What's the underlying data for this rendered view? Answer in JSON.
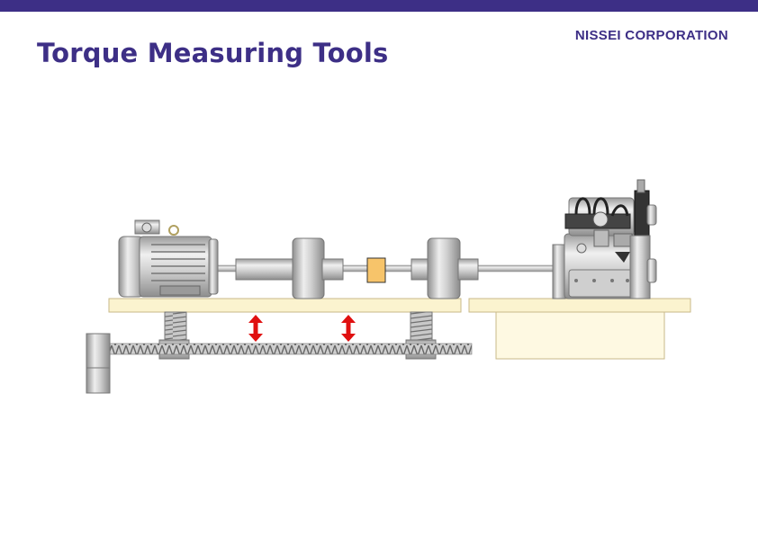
{
  "slide": {
    "title": "Torque Measuring Tools",
    "company": "NISSEI CORPORATION"
  },
  "colors": {
    "brand": "#3d2f86",
    "bed": "#fbf3cf",
    "torque_sensor": "#f7c46a",
    "arrow": "#e01010",
    "metal": "#c9c9c9"
  },
  "diagram": {
    "components": [
      "motor",
      "flywheel-left",
      "torque-sensor",
      "flywheel-right",
      "drive-shaft",
      "engine",
      "sliding-bed",
      "fixed-bed",
      "screw-jack-left",
      "screw-jack-right",
      "lead-screw",
      "handwheel-gearbox"
    ],
    "arrows": [
      "height-adjust-arrow",
      "height-adjust-arrow"
    ]
  }
}
